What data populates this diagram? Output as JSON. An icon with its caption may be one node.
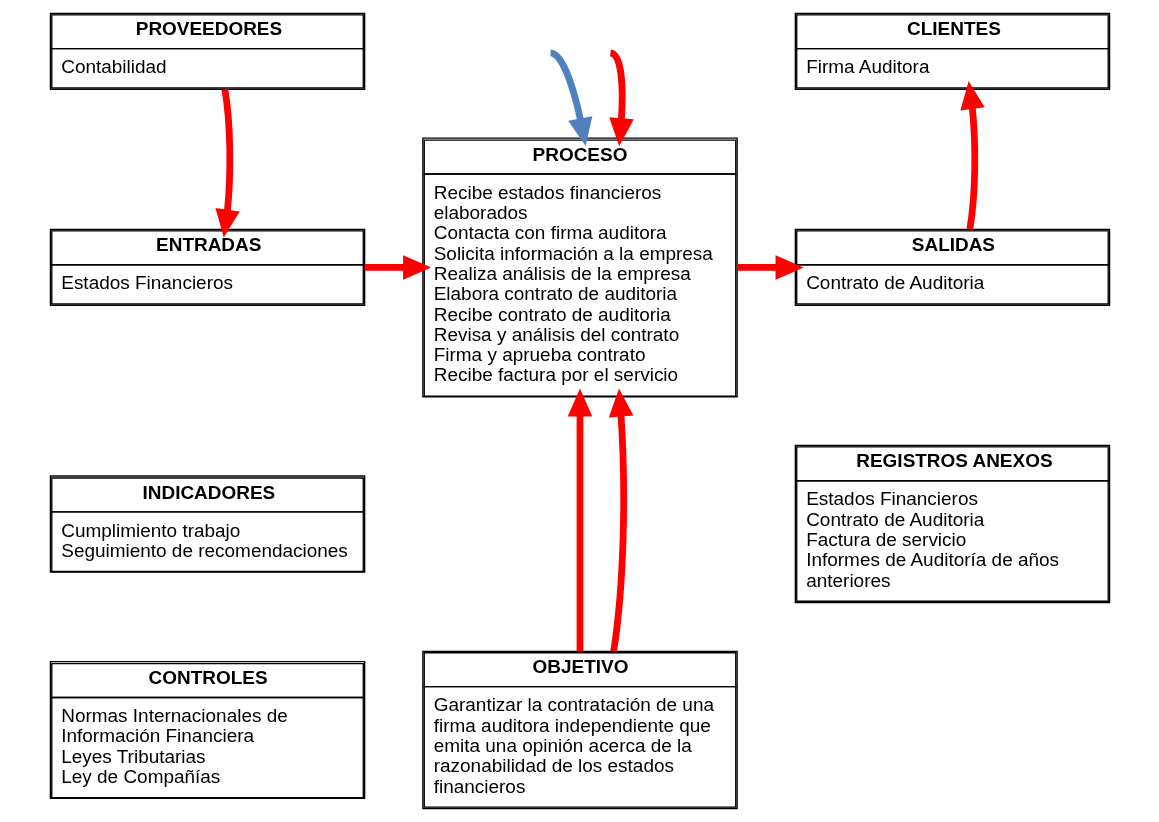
{
  "diagram": {
    "nodes": [
      {
        "text": [
          "PROVEEDORES",
          "Contabilidad"
        ]
      },
      {
        "text": [
          "ENTRADAS",
          "Estados Financieros"
        ]
      },
      {
        "text": [
          "PROCESO",
          "Recibe estados financieros elaborados",
          "Contacta con firma auditora",
          "Solicita información a la empresa",
          "Realiza análisis de la empresa",
          "Elabora contrato de auditoria",
          "Recibe contrato de auditoria",
          "Revisa y análisis del contrato",
          "Firma y aprueba contrato",
          "Recibe factura por el servicio"
        ]
      },
      {
        "text": [
          "CLIENTES",
          "Firma Auditora"
        ]
      },
      {
        "text": [
          "SALIDAS",
          "Contrato de Auditoria"
        ]
      },
      {
        "text": [
          "INDICADORES",
          "Cumplimiento trabajo",
          "Seguimiento de recomendaciones"
        ]
      },
      {
        "text": [
          "REGISTROS ANEXOS",
          "Estados Financieros",
          "Contrato de Auditoria",
          "Factura de servicio",
          "Informes de Auditoría de años anteriores"
        ]
      },
      {
        "text": [
          "CONTROLES",
          "Normas Internacionales de Información Financiera",
          "Leyes Tributarias",
          "Ley de Compañías"
        ]
      },
      {
        "text": [
          "OBJETIVO",
          "Garantizar la contratación de una firma auditora independiente que emita una opinión acerca de la razonabilidad de los estados financieros"
        ]
      }
    ],
    "edges": [
      {
        "from": 0,
        "to": 1,
        "arrow": "to"
      },
      {
        "from": null,
        "to": 2,
        "arrow": "to",
        "color": "#4f81bd"
      },
      {
        "from": null,
        "to": 2,
        "arrow": "to"
      },
      {
        "from": 1,
        "to": 2,
        "arrow": "to"
      },
      {
        "from": 2,
        "to": 4,
        "arrow": "to"
      },
      {
        "from": 4,
        "to": 3,
        "arrow": "to"
      },
      {
        "from": 8,
        "to": 2,
        "arrow": "to"
      },
      {
        "from": 8,
        "to": 2,
        "arrow": "to"
      }
    ]
  }
}
